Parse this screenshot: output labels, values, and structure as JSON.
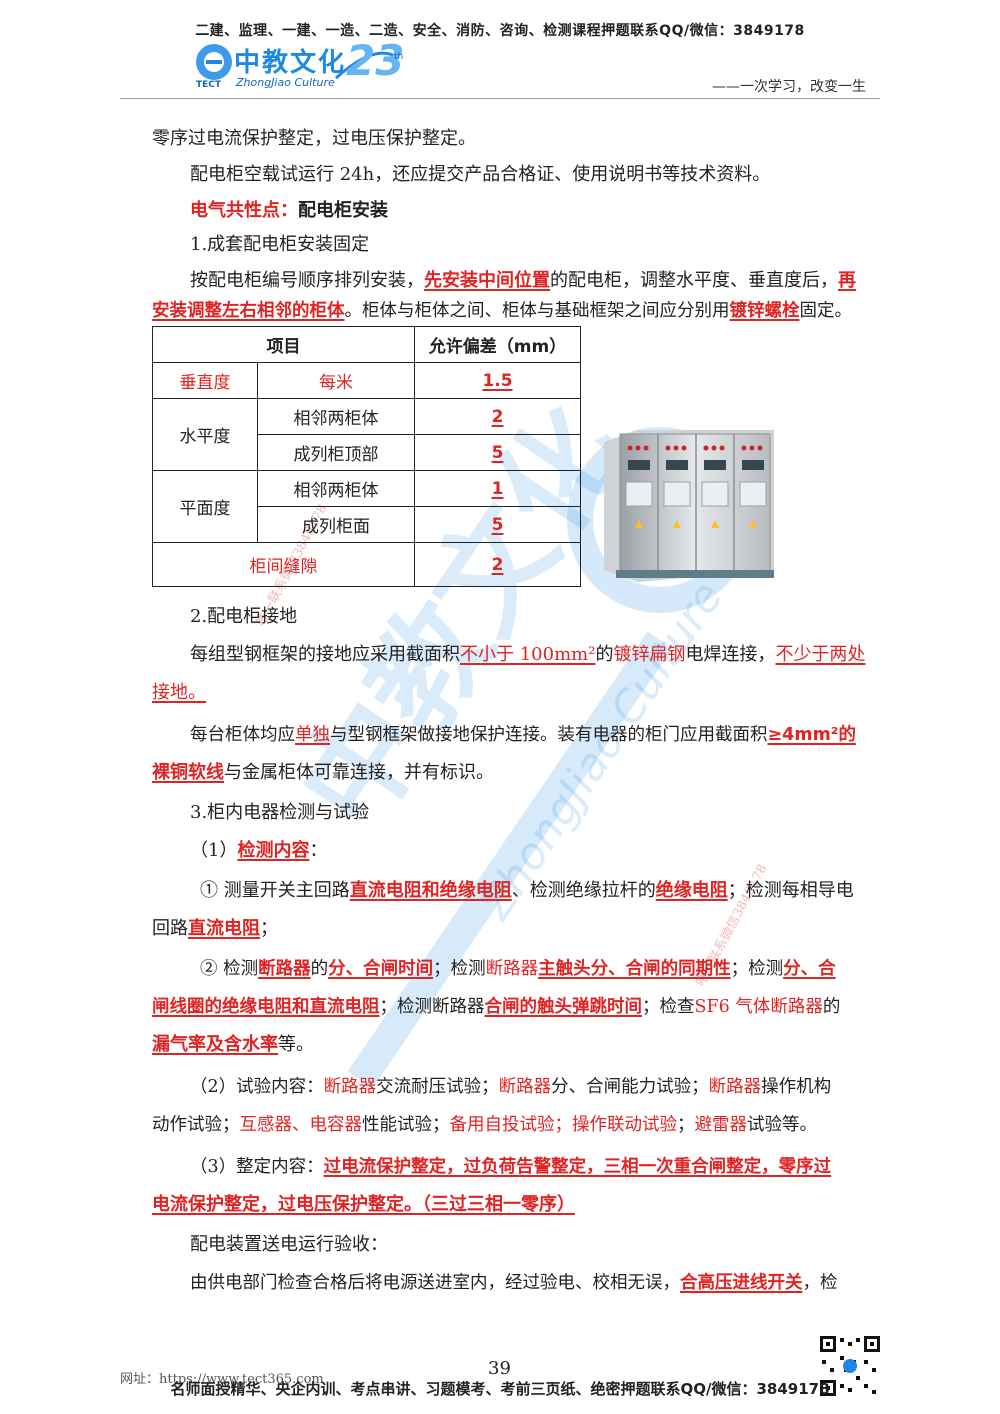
{
  "header": {
    "top_banner": "二建、监理、一建、一造、二造、安全、消防、咨询、检测课程押题联系QQ/微信：3849178",
    "logo_tect": "TECT",
    "logo_cn": "中教文化",
    "logo_en": "ZhongJiao Culture",
    "logo_number": "23",
    "logo_th": "th",
    "motto": "——一次学习，改变一生"
  },
  "body": {
    "l1": "零序过电流保护整定，过电压保护整定。",
    "l2": "配电柜空载试运行 24h，还应提交产品合格证、使用说明书等技术资料。",
    "h1_red": "电气共性点：",
    "h1_black": "配电柜安装",
    "s1": "1.成套配电柜安装固定",
    "p1a": "按配电柜编号顺序排列安装，",
    "p1b": "先安装中间位置",
    "p1c": "的配电柜，调整水平度、垂直度后，",
    "p1d": "再",
    "p1e": "安装调整左右相邻的柜体",
    "p1f": "。柜体与柜体之间、柜体与基础框架之间应分别用",
    "p1g": "镀锌螺栓",
    "p1h": "固定。",
    "s2": "2.配电柜接地",
    "p2a": "每组型钢框架的接地应采用截面积",
    "p2b": "不小于 100mm²",
    "p2c": "的",
    "p2d": "镀锌扁钢",
    "p2e": "电焊连接，",
    "p2f": "不少于两处",
    "p2g": "接地。",
    "p3a": "每台柜体均应",
    "p3b": "单独",
    "p3c": "与型钢框架做接地保护连接。装有电器的柜门应用截面积",
    "p3d": "≥4mm²的",
    "p3e": "裸铜软线",
    "p3f": "与金属柜体可靠连接，并有标识。",
    "s3": "3.柜内电器检测与试验",
    "q1a": "（1）",
    "q1b": "检测内容",
    "q1c": "：",
    "r1a": "① 测量开关主回路",
    "r1b": "直流电阻和绝缘电阻",
    "r1c": "、检测绝缘拉杆的",
    "r1d": "绝缘电阻",
    "r1e": "；检测每相导电",
    "r1f": "回路",
    "r1g": "直流电阻",
    "r1h": "；",
    "r2a": "② 检测",
    "r2b": "断路器",
    "r2c": "的",
    "r2d": "分、合闸时间",
    "r2e": "；检测",
    "r2f": "断路器",
    "r2g": "主触头分、合闸的同期性",
    "r2h": "；检测",
    "r2i": "分、合",
    "r2j": "闸线圈的绝缘电阻和直流电阻",
    "r2k": "；检测断路器",
    "r2l": "合闸的触头弹跳时间",
    "r2m": "；检查",
    "r2n": "SF6 气体断路器",
    "r2o": "的",
    "r2p": "漏气率及含水率",
    "r2q": "等。",
    "t1a": "（2）试验内容：",
    "t1b": "断路器",
    "t1c": "交流耐压试验；",
    "t1d": "断路器",
    "t1e": "分、合闸能力试验；",
    "t1f": "断路器",
    "t1g": "操作机构",
    "t1h": "动作试验；",
    "t1i": "互感器、电容器",
    "t1j": "性能试验；",
    "t1k": "备用自投试验；操作联动试验",
    "t1l": "；",
    "t1m": "避雷器",
    "t1n": "试验等。",
    "t2a": "（3）整定内容：",
    "t2b": "过电流保护整定，过负荷告警整定，三相一次重合闸整定，零序过",
    "t2c": "电流保护整定，过电压保护整定。（三过三相一零序）",
    "p4": "配电装置送电运行验收：",
    "p5a": "由供电部门检查合格后将电源送进室内，经过验电、校相无误，",
    "p5b": "合高压进线开关",
    "p5c": "，检"
  },
  "table": {
    "col_item": "项目",
    "col_tol": "允许偏差（mm）",
    "r1_item": "垂直度",
    "r1_sub": "每米",
    "r1_val": "1.5",
    "r2_item": "水平度",
    "r2_sub": "相邻两柜体",
    "r2_val": "2",
    "r3_sub": "成列柜顶部",
    "r3_val": "5",
    "r4_item": "平面度",
    "r4_sub": "相邻两柜体",
    "r4_val": "1",
    "r5_sub": "成列柜面",
    "r5_val": "5",
    "r6_item": "柜间缝隙",
    "r6_val": "2"
  },
  "watermark": {
    "text1": "唯一联系微信3849178",
    "text2": "唯一联系微信3849178",
    "big_cn": "中教文化",
    "big_en": "ZhongJiao Culture"
  },
  "footer": {
    "website": "网址：https://www.tect365.com",
    "page_number": "39",
    "bottom_banner": "名师面授精华、央企内训、考点串讲、习题模考、考前三页纸、绝密押题联系QQ/微信：3849178"
  },
  "colors": {
    "accent_red": "#e02424",
    "text": "#222222",
    "watermark_blue": "#1e88e5"
  }
}
